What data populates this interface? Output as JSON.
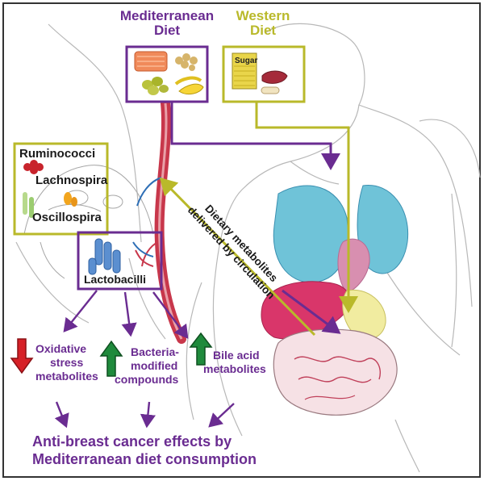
{
  "diagram": {
    "mediterranean_title": [
      "Mediterranean",
      "Diet"
    ],
    "western_title": [
      "Western",
      "Diet"
    ],
    "sugar_label": "Sugar",
    "microbes": [
      "Ruminococci",
      "Lachnospira",
      "Oscillospira"
    ],
    "lactobacilli": "Lactobacilli",
    "circulation_label": [
      "Dietary metabolites",
      "delivered by circulation"
    ],
    "effects": [
      {
        "lines": [
          "Oxidative",
          "stress",
          "metabolites"
        ],
        "direction": "down",
        "arrow_color": "#d62027"
      },
      {
        "lines": [
          "Bacteria-",
          "modified",
          "compounds"
        ],
        "direction": "up",
        "arrow_color": "#1f8a3c"
      },
      {
        "lines": [
          "Bile acid",
          "metabolites"
        ],
        "direction": "up",
        "arrow_color": "#1f8a3c"
      }
    ],
    "conclusion": [
      "Anti-breast cancer effects by",
      "Mediterranean diet consumption"
    ],
    "colors": {
      "purple": "#6a2c91",
      "olive": "#b9b92a",
      "frame": "#333333",
      "lung": "#6fc3d8",
      "liver": "#d9366a",
      "vessel": "#c8374b"
    }
  }
}
